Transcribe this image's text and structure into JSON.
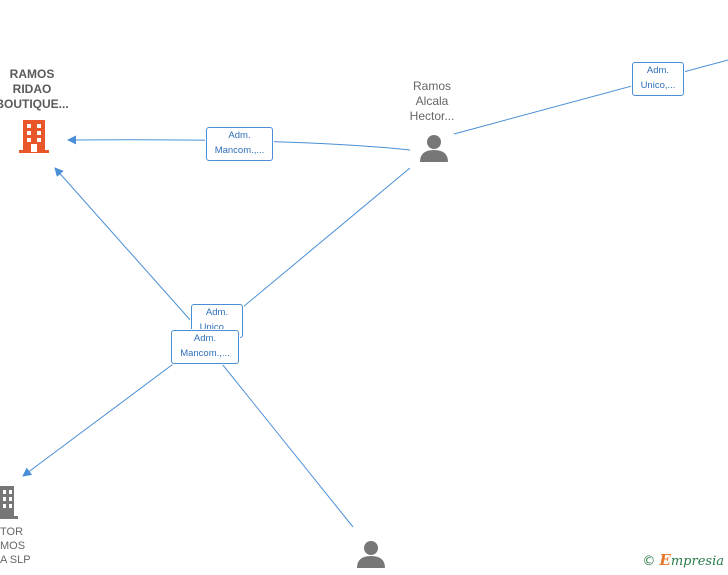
{
  "colors": {
    "edge": "#4a8fd6",
    "company_highlight": "#e8562a",
    "company": "#777777",
    "person": "#777777",
    "label_text": "#666666"
  },
  "nodes": {
    "company_ramos_ridao": {
      "label": "RAMOS\nRIDAO\nBOUTIQUE...",
      "icon": "building-icon",
      "highlight": true
    },
    "person_ramos_alcala": {
      "label": "Ramos\nAlcala\nHector...",
      "icon": "person-icon"
    },
    "company_hector_ramos": {
      "label": "TOR\nMOS\nA  SLP",
      "icon": "building-icon"
    },
    "person_bottom": {
      "icon": "person-icon"
    }
  },
  "edges": {
    "top_right": {
      "label": "Adm.\nUnico,..."
    },
    "to_ridao_from_alcala": {
      "label": "Adm.\nMancom.,..."
    },
    "center_upper": {
      "label": "Adm.\nUnico,..."
    },
    "center_lower": {
      "label": "Adm.\nMancom.,..."
    }
  },
  "footer": {
    "copyright": "©",
    "brand_first": "E",
    "brand_rest": "mpresia"
  }
}
